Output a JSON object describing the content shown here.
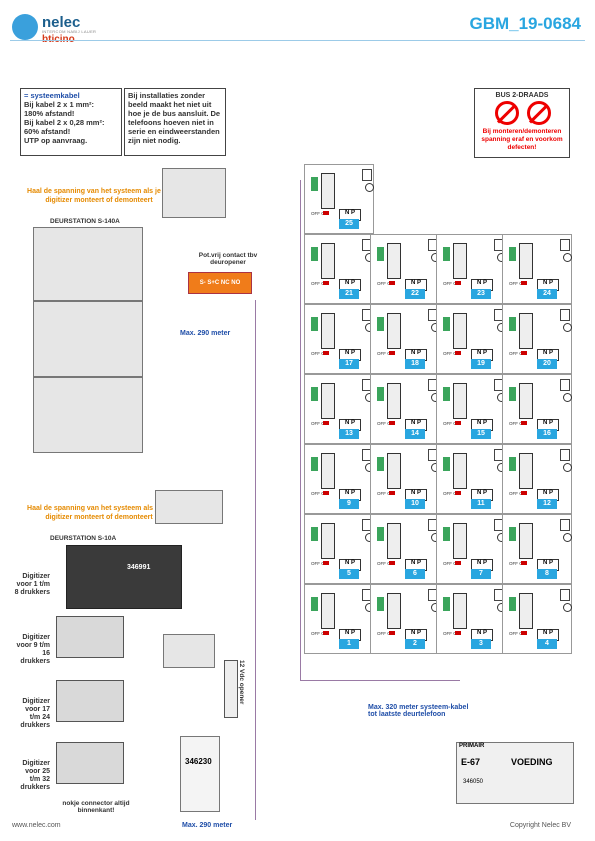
{
  "header": {
    "brand": "nelec",
    "tagline": "INTERCOM NABIJ LAUER",
    "brand2": "bticino",
    "code": "GBM_19-0684"
  },
  "notes": {
    "cable_title": "= systeemkabel",
    "cable_lines": [
      "Bij kabel 2 x 1 mm²:",
      "180% afstand!",
      "Bij kabel 2 x 0,28 mm²:",
      "60% afstand!",
      "UTP op aanvraag."
    ],
    "install": "Bij installaties zonder beeld maakt het niet uit hoe je de bus aansluit. De telefoons hoeven niet in serie en eindweerstanden zijn niet nodig."
  },
  "warning": {
    "title": "BUS 2-DRAADS",
    "text": "Bij monteren/demonteren spanning eraf en voorkom defecten!"
  },
  "labels": {
    "digitizer_note": "Haal de spanning van het systeem als je de digitizer monteert of demonteert",
    "station_top": "DEURSTATION S-140A",
    "station_bottom": "DEURSTATION S-10A",
    "pot_contact": "Pot.vrij contact tbv deuropener",
    "pot_terms": "S- S+C NC NO",
    "max290_top": "Max. 290 meter",
    "max290_bottom": "Max. 290 meter",
    "max320": "Max. 320 meter systeem-kabel tot laatste deurtelefoon",
    "opener": "12 Vdc opener",
    "module": "346230",
    "digit_model": "346991",
    "psu_title": "VOEDING",
    "psu_model": "E-67",
    "psu_code": "346050",
    "psu_primair": "PRIMAIR",
    "connector_note": "nokje connector altijd binnenkant!",
    "footer_left": "www.nelec.com",
    "footer_right": "Copyright Nelec BV"
  },
  "digitizers": [
    "Digitizer voor 1 t/m 8 drukkers",
    "Digitizer voor 9 t/m 16 drukkers",
    "Digitizer voor 17 t/m 24 drukkers",
    "Digitizer voor 25 t/m 32 drukkers"
  ],
  "flats": {
    "np_label": "N P",
    "off_label": "OFF ON",
    "rows": [
      [
        "25"
      ],
      [
        "21",
        "22",
        "23",
        "24"
      ],
      [
        "17",
        "18",
        "19",
        "20"
      ],
      [
        "13",
        "14",
        "15",
        "16"
      ],
      [
        "9",
        "10",
        "11",
        "12"
      ],
      [
        "5",
        "6",
        "7",
        "8"
      ],
      [
        "1",
        "2",
        "3",
        "4"
      ]
    ]
  },
  "colors": {
    "accent": "#29a6e0",
    "warning": "#e00000",
    "orange": "#e58a00",
    "wire": "#9a7aa5"
  }
}
